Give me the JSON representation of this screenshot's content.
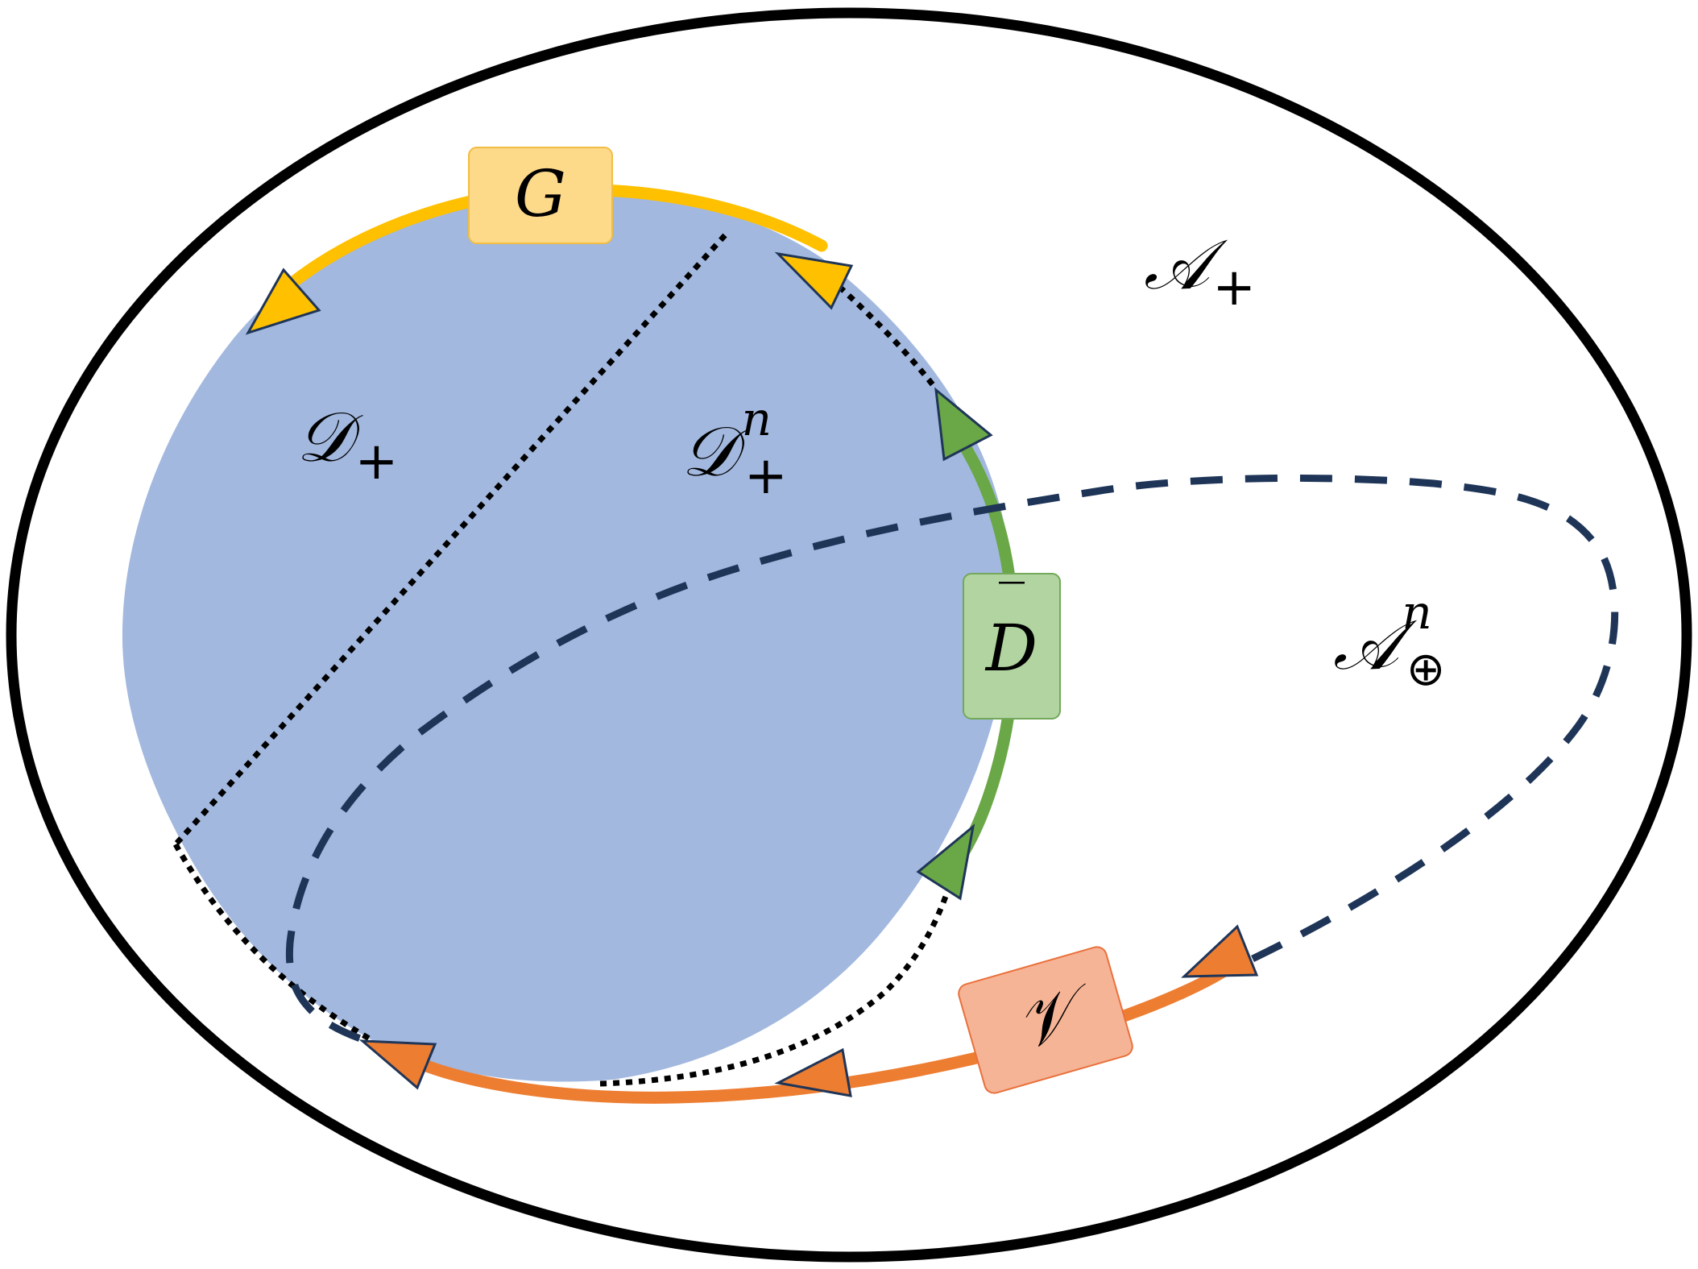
{
  "colors": {
    "outer_ellipse": "#000000",
    "disk_fill": "#a2b8df",
    "gold": "#ffc000",
    "gold_box": "#fdd98a",
    "gold_box_border": "#f2bd42",
    "green": "#6aa746",
    "green_box": "#b1d4a0",
    "green_box_border": "#73a85a",
    "orange": "#ed7d31",
    "orange_box": "#f6b496",
    "orange_box_border": "#e9703b",
    "dashed": "#1f3558",
    "dotted": "#000000",
    "arrow_outline": "#1f3558"
  },
  "regions": {
    "outer": {
      "main": "𝒜",
      "sub": "+"
    },
    "inner": {
      "main": "𝒜",
      "sup": "n",
      "sub": "⊕"
    },
    "disk_left": {
      "main": "𝒟",
      "sub": "+"
    },
    "disk_right": {
      "main": "𝒟",
      "sup": "n",
      "sub": "+"
    }
  },
  "boxes": {
    "gold": {
      "main": "G"
    },
    "green": {
      "main": "D",
      "bar": "‾"
    },
    "orange": {
      "main": "𝒱"
    }
  },
  "icons": {
    "arrowhead": "triangle-arrow-icon"
  }
}
